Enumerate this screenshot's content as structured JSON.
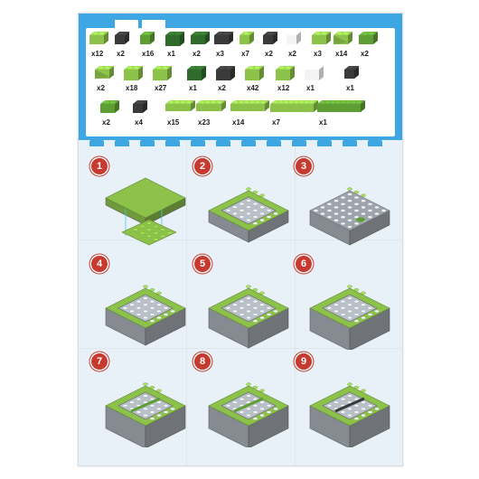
{
  "parts_list": {
    "row1": [
      {
        "icon": "brick-1x2-green-light-icon",
        "count": "x12"
      },
      {
        "icon": "brick-1x1-dark-icon",
        "count": "x2"
      },
      {
        "icon": "brick-1x1-green-icon",
        "count": "x16"
      },
      {
        "icon": "brick-2x2-green-dark-icon",
        "count": "x1"
      },
      {
        "icon": "brick-1x2-dark-green-icon",
        "count": "x2"
      },
      {
        "icon": "brick-1x2-black-icon",
        "count": "x3"
      },
      {
        "icon": "brick-1x1-green-light-icon",
        "count": "x7"
      },
      {
        "icon": "brick-1x1-dark-icon",
        "count": "x2"
      },
      {
        "icon": "brick-1x1-white-icon",
        "count": "x2"
      },
      {
        "icon": "brick-1x2-green-light-icon",
        "count": "x3"
      },
      {
        "icon": "slope-green-light-icon",
        "count": "x14"
      },
      {
        "icon": "brick-1x2-green-icon",
        "count": "x2"
      }
    ],
    "row2": [
      {
        "icon": "slope-green-light-icon",
        "count": "x2"
      },
      {
        "icon": "brick-2x2-green-light-icon",
        "count": "x18"
      },
      {
        "icon": "brick-2x2-green-light-icon",
        "count": "x27"
      },
      {
        "icon": "brick-2x2-green-dark-icon",
        "count": "x1"
      },
      {
        "icon": "brick-2x2-dark-icon",
        "count": "x2"
      },
      {
        "icon": "brick-2x2-green-light-icon",
        "count": "x42"
      },
      {
        "icon": "brick-2x2-green-light-icon",
        "count": "x12"
      },
      {
        "icon": "brick-2x2-white-icon",
        "count": "x1"
      },
      {
        "icon": "brick-1x1-dark-icon",
        "count": "x1"
      }
    ],
    "row3": [
      {
        "icon": "brick-1x2-green-icon",
        "count": "x2"
      },
      {
        "icon": "brick-1x1-dark-icon",
        "count": "x4"
      },
      {
        "icon": "plate-1x4-green-light-icon",
        "count": "x15"
      },
      {
        "icon": "plate-1x4-green-light-icon",
        "count": "x23"
      },
      {
        "icon": "plate-1x6-green-light-icon",
        "count": "x14"
      },
      {
        "icon": "plate-1x8-green-light-icon",
        "count": "x7"
      },
      {
        "icon": "plate-1x8-green-icon",
        "count": "x1"
      }
    ]
  },
  "steps": [
    {
      "number": "1",
      "icon": "step-1-model-icon"
    },
    {
      "number": "2",
      "icon": "step-2-model-icon"
    },
    {
      "number": "3",
      "icon": "step-3-model-icon"
    },
    {
      "number": "4",
      "icon": "step-4-model-icon"
    },
    {
      "number": "5",
      "icon": "step-5-model-icon"
    },
    {
      "number": "6",
      "icon": "step-6-model-icon"
    },
    {
      "number": "7",
      "icon": "step-7-model-icon"
    },
    {
      "number": "8",
      "icon": "step-8-model-icon"
    },
    {
      "number": "9",
      "icon": "step-9-model-icon"
    }
  ],
  "colors": {
    "header_blue": "#3fa6e4",
    "badge_red": "#c8392f",
    "green_light": "#8cc24a",
    "green_mid": "#5f9e35",
    "green_dark": "#2f6b2a",
    "grey": "#9ea4ab",
    "dark": "#3a3a3a",
    "white_brick": "#f4f4f4"
  }
}
